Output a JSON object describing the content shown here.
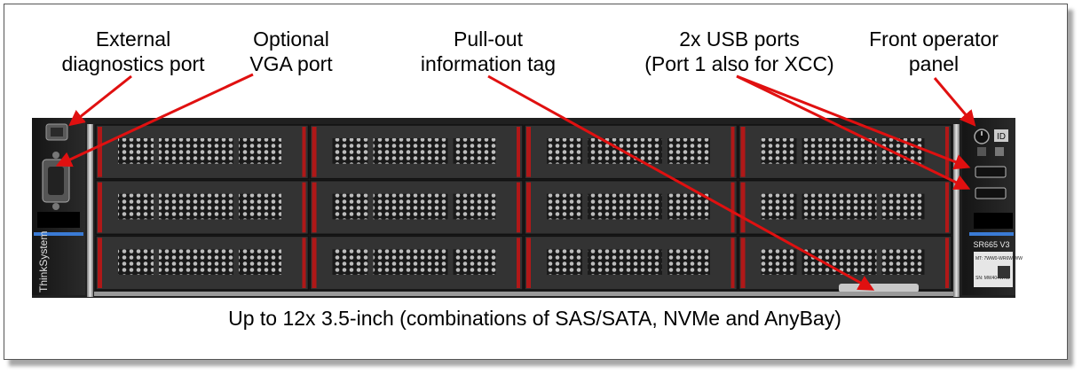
{
  "labels": {
    "diag_l1": "External",
    "diag_l2": "diagnostics port",
    "vga_l1": "Optional",
    "vga_l2": "VGA port",
    "tag_l1": "Pull-out",
    "tag_l2": "information tag",
    "usb_l1": "2x USB ports",
    "usb_l2": "(Port 1 also for XCC)",
    "panel_l1": "Front operator",
    "panel_l2": "panel"
  },
  "caption": "Up to 12x 3.5-inch (combinations of SAS/SATA, NVMe and AnyBay)",
  "server": {
    "brand": "ThinkSystem",
    "model": "SR665 V3",
    "mt_text": "MT: 7WW0-WR6W-WW",
    "sn_text": "SN: MW404WRB",
    "id_button": "ID",
    "drive_rows": 3,
    "drive_cols": 4
  },
  "colors": {
    "arrow": "#e01010",
    "chassis": "#2b2b2b",
    "bay": "#3a3a3a",
    "bay_accent": "#b01818",
    "ear": "#1e1e1e",
    "label_blue": "#3a7bd5"
  },
  "icons": [
    "diagnostics-port-icon",
    "vga-port-icon",
    "usb-port-icon",
    "power-button-icon"
  ]
}
